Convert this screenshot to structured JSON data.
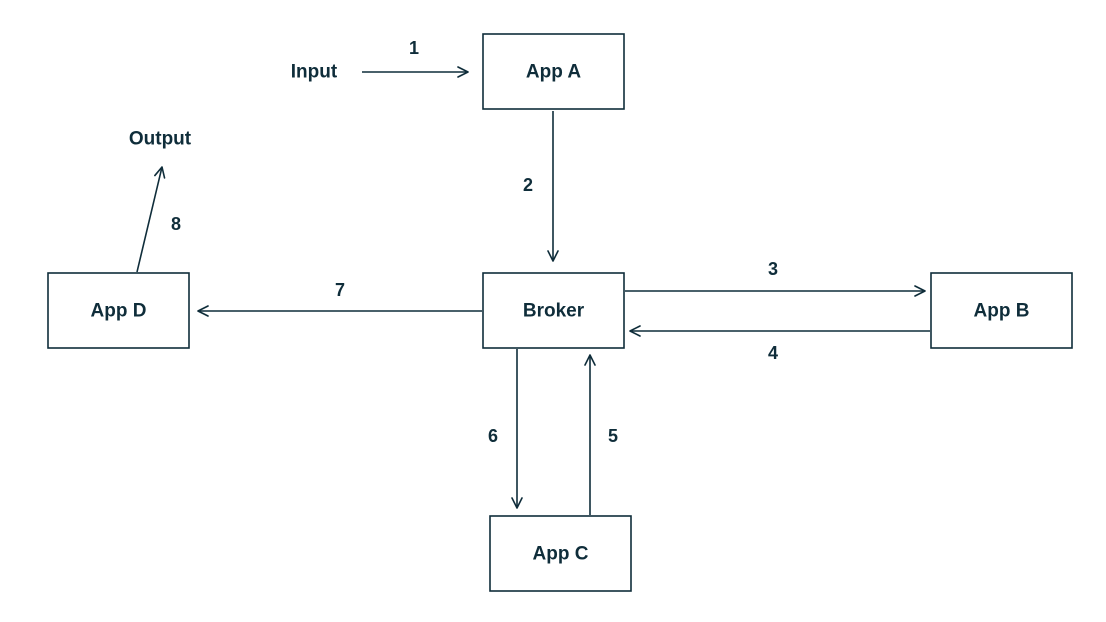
{
  "colors": {
    "ink": "#0f2d3a",
    "background": "#ffffff"
  },
  "labels": {
    "input": "Input",
    "output": "Output"
  },
  "nodes": {
    "app_a": "App A",
    "broker": "Broker",
    "app_b": "App B",
    "app_c": "App C",
    "app_d": "App D"
  },
  "edges": [
    {
      "label": "1",
      "from": "Input",
      "to": "App A"
    },
    {
      "label": "2",
      "from": "App A",
      "to": "Broker"
    },
    {
      "label": "3",
      "from": "Broker",
      "to": "App B"
    },
    {
      "label": "4",
      "from": "App B",
      "to": "Broker"
    },
    {
      "label": "5",
      "from": "App C",
      "to": "Broker"
    },
    {
      "label": "6",
      "from": "Broker",
      "to": "App C"
    },
    {
      "label": "7",
      "from": "Broker",
      "to": "App D"
    },
    {
      "label": "8",
      "from": "App D",
      "to": "Output"
    }
  ]
}
